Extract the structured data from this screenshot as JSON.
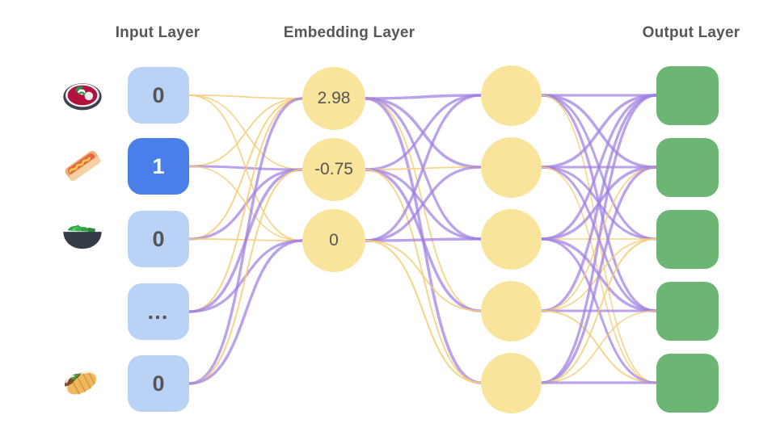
{
  "diagram": {
    "type": "neural-network",
    "title_row": {
      "input": "Input Layer",
      "embedding": "Embedding Layer",
      "output": "Output Layer"
    },
    "colors": {
      "background": "#ffffff",
      "title_text": "#575757",
      "input_box": "#bad2f5",
      "input_box_active": "#4a7ee8",
      "input_text": "#555555",
      "input_text_active": "#ffffff",
      "embedding_node": "#f9e49b",
      "embedding_text": "#555555",
      "hidden_node": "#f9e49b",
      "output_box": "#6cb575",
      "edge_positive": "#a080e0",
      "edge_negative": "#f5cd76"
    },
    "input_layer": {
      "nodes": [
        {
          "icon": "steak-bowl-icon",
          "value": "0",
          "active": false
        },
        {
          "icon": "hot-dog-icon",
          "value": "1",
          "active": true
        },
        {
          "icon": "salad-bowl-icon",
          "value": "0",
          "active": false
        },
        {
          "icon": "no-icon",
          "value": "…",
          "active": false
        },
        {
          "icon": "burrito-icon",
          "value": "0",
          "active": false
        }
      ]
    },
    "embedding_layer": {
      "nodes": [
        {
          "value": "2.98"
        },
        {
          "value": "-0.75"
        },
        {
          "value": "0"
        }
      ]
    },
    "hidden_layer": {
      "node_count": 5,
      "nodes": [
        {
          "value": ""
        },
        {
          "value": ""
        },
        {
          "value": ""
        },
        {
          "value": ""
        },
        {
          "value": ""
        }
      ]
    },
    "output_layer": {
      "node_count": 5,
      "nodes": [
        {
          "value": ""
        },
        {
          "value": ""
        },
        {
          "value": ""
        },
        {
          "value": ""
        },
        {
          "value": ""
        }
      ]
    },
    "connections": {
      "input_to_embedding": "fully-connected",
      "embedding_to_hidden": "fully-connected",
      "hidden_to_output": "fully-connected"
    }
  }
}
